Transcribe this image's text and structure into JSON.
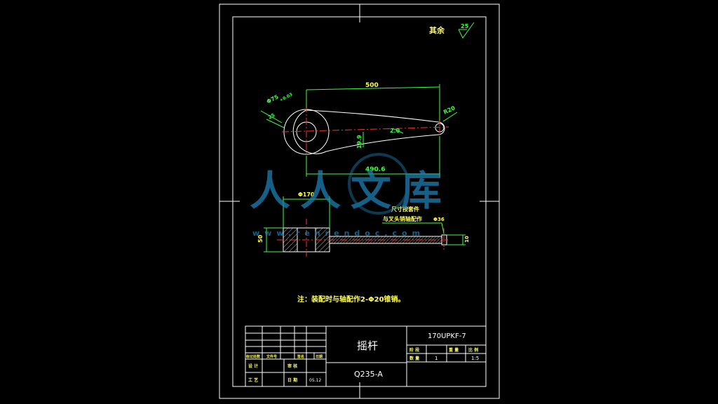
{
  "roughness_note": {
    "label": "其余",
    "value": "25"
  },
  "top_view": {
    "dim_length_top": "500",
    "dim_length_bottom": "490.6",
    "dim_hole": "Φ75",
    "dim_tol": "+0.03",
    "dim_r": "R20",
    "dim_arm": "2.0",
    "dim_thick": "19.9",
    "dim_small": "25"
  },
  "side_view": {
    "dim_boss": "Φ170",
    "dim_height": "50",
    "dim_pin": "Φ36",
    "dim_end": "10",
    "note_line1": "尺寸按套件",
    "note_line2": "与叉头销轴配作"
  },
  "note": "注：装配时与轴配作2-Φ20锥销。",
  "title_block": {
    "part_name": "摇杆",
    "drawing_no": "170UPKF-7",
    "material": "Q235-A",
    "col_headers": [
      "阶 段",
      "重 量",
      "比 例"
    ],
    "qty_label": "数 量",
    "qty": "1",
    "scale": "1:5",
    "rev_headers": [
      "标记处数",
      "文件号",
      "签名",
      "日期"
    ],
    "designer_label": "设 计",
    "check_label": "审 核",
    "process_label": "工 艺",
    "approve_label": "日 期",
    "date": "05.12"
  },
  "watermark": {
    "main": "人人文库",
    "url": "www.renrendoc.com"
  }
}
